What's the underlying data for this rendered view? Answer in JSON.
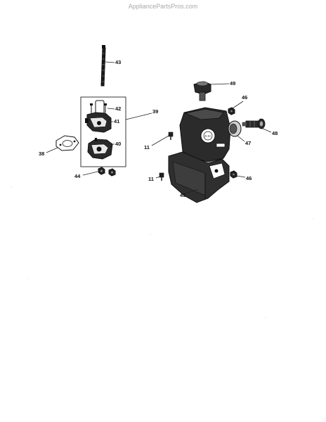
{
  "watermark": "AppliancePartsPros.com",
  "callouts": [
    {
      "id": "c43",
      "text": "43"
    },
    {
      "id": "c42",
      "text": "42"
    },
    {
      "id": "c39",
      "text": "39"
    },
    {
      "id": "c41",
      "text": "41"
    },
    {
      "id": "c40",
      "text": "40"
    },
    {
      "id": "c38",
      "text": "38"
    },
    {
      "id": "c44",
      "text": "44"
    },
    {
      "id": "c49",
      "text": "49"
    },
    {
      "id": "c46a",
      "text": "46"
    },
    {
      "id": "c48",
      "text": "48"
    },
    {
      "id": "c47",
      "text": "47"
    },
    {
      "id": "c11a",
      "text": "11"
    },
    {
      "id": "c11b",
      "text": "11"
    },
    {
      "id": "c46b",
      "text": "46"
    },
    {
      "id": "c45",
      "text": "45"
    }
  ],
  "tank_cap_text": "0 3+"
}
